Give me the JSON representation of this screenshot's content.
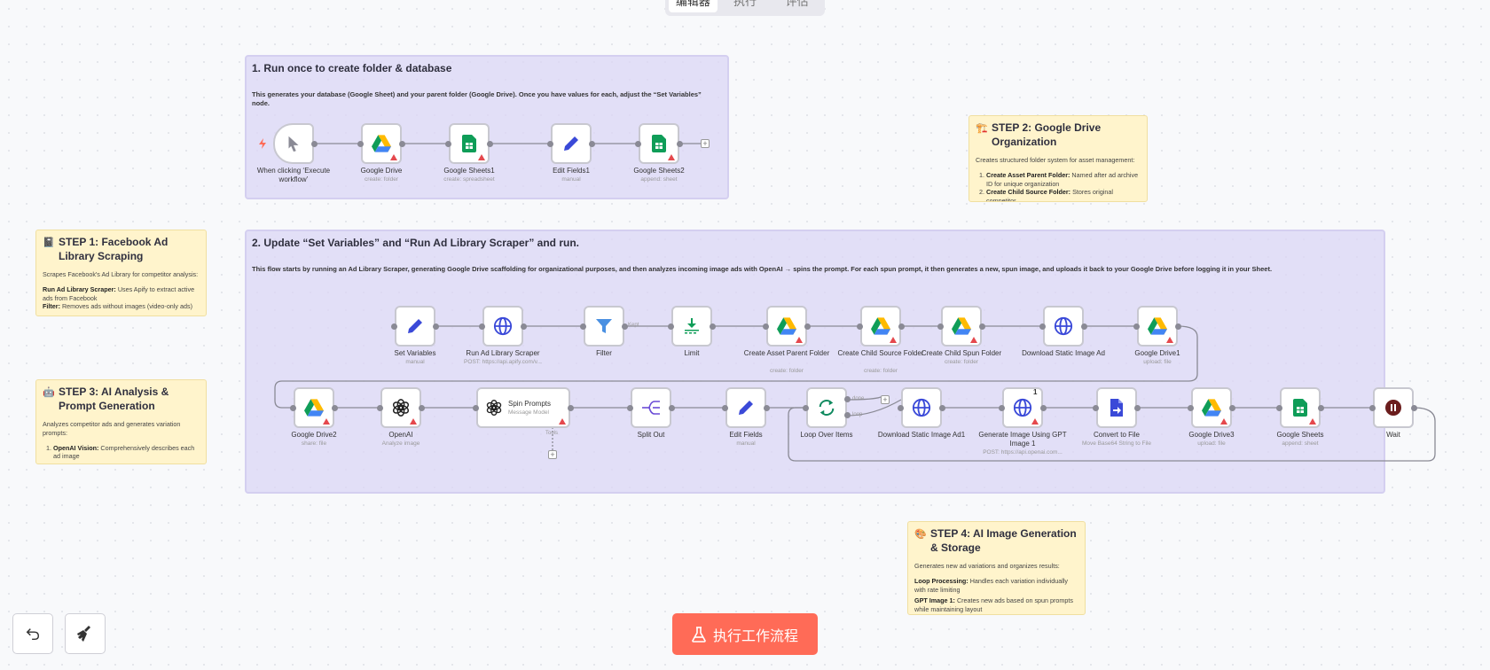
{
  "tabs": [
    "编辑器",
    "执行",
    "评估"
  ],
  "group1": {
    "title": "1. Run once to create folder & database",
    "desc": "This generates your database (Google Sheet) and your parent folder (Google Drive). Once you have values for each, adjust the “Set Variables” node."
  },
  "group2": {
    "title": "2. Update “Set Variables” and “Run Ad Library Scraper” and run.",
    "desc": "This flow starts by running an Ad Library Scraper, generating Google Drive scaffolding for organizational purposes, and then analyzes incoming image ads with OpenAI → spins the prompt. For each spun prompt, it then generates a new, spun image, and uploads it back to your Google Drive before logging it in your Sheet."
  },
  "step1": {
    "emoji": "📓",
    "title": "STEP 1: Facebook Ad Library Scraping",
    "intro": "Scrapes Facebook's Ad Library for competitor analysis:",
    "item1_label": "Run Ad Library Scraper:",
    "item1_text": "Uses Apify to extract active ads from Facebook",
    "item2_label": "Filter:",
    "item2_text": "Removes ads without images (video-only ads)"
  },
  "step2": {
    "emoji": "🏗️",
    "title": "STEP 2: Google Drive Organization",
    "intro": "Creates structured folder system for asset management:",
    "item1_label": "Create Asset Parent Folder:",
    "item1_text": "Named after ad archive ID for unique organization",
    "item2_label": "Create Child Source Folder:",
    "item2_text": "Stores original competitor"
  },
  "step3": {
    "emoji": "🤖",
    "title": "STEP 3: AI Analysis & Prompt Generation",
    "intro": "Analyzes competitor ads and generates variation prompts:",
    "item1_label": "OpenAI Vision:",
    "item1_text": "Comprehensively describes each ad image"
  },
  "step4": {
    "emoji": "🎨",
    "title": "STEP 4: AI Image Generation & Storage",
    "intro": "Generates new ad variations and organizes results:",
    "item1_label": "Loop Processing:",
    "item1_text": "Handles each variation individually with rate limiting",
    "item2_label": "GPT Image 1:",
    "item2_text": "Creates new ads based on spun prompts while maintaining layout"
  },
  "nodes": {
    "trigger": {
      "label": "When clicking ‘Execute workflow’",
      "icon": "cursor-icon"
    },
    "gdrive_a": {
      "label": "Google Drive",
      "sub": "create: folder",
      "icon": "google-drive-icon"
    },
    "gsheets1": {
      "label": "Google Sheets1",
      "sub": "create: spreadsheet",
      "icon": "google-sheets-icon"
    },
    "edit1": {
      "label": "Edit Fields1",
      "sub": "manual",
      "icon": "pencil-icon"
    },
    "gsheets2": {
      "label": "Google Sheets2",
      "sub": "append: sheet",
      "icon": "google-sheets-icon"
    },
    "setvars": {
      "label": "Set Variables",
      "sub": "manual",
      "icon": "pencil-icon"
    },
    "scraper": {
      "label": "Run Ad Library Scraper",
      "sub": "POST: https://api.apify.com/v...",
      "icon": "globe-icon"
    },
    "filter": {
      "label": "Filter",
      "kept": "Kept",
      "icon": "filter-icon"
    },
    "limit": {
      "label": "Limit",
      "icon": "limit-icon"
    },
    "parentfolder": {
      "label": "Create Asset Parent Folder",
      "sub": "create: folder",
      "icon": "google-drive-icon"
    },
    "childsource": {
      "label": "Create Child Source Folder",
      "sub": "create: folder",
      "icon": "google-drive-icon"
    },
    "childspun": {
      "label": "Create Child Spun Folder",
      "sub": "create: folder",
      "icon": "google-drive-icon"
    },
    "download": {
      "label": "Download Static Image Ad",
      "icon": "globe-icon"
    },
    "gdrive1": {
      "label": "Google Drive1",
      "sub": "upload: file",
      "icon": "google-drive-icon"
    },
    "gdrive2": {
      "label": "Google Drive2",
      "sub": "share: file",
      "icon": "google-drive-icon"
    },
    "openai": {
      "label": "OpenAI",
      "sub": "Analyze image",
      "icon": "openai-icon"
    },
    "spin": {
      "label": "Spin Prompts",
      "sub": "Message Model",
      "tools": "Tools",
      "icon": "openai-icon"
    },
    "split": {
      "label": "Split Out",
      "icon": "split-icon"
    },
    "editfields": {
      "label": "Edit Fields",
      "sub": "manual",
      "icon": "pencil-icon"
    },
    "loop": {
      "label": "Loop Over Items",
      "done": "done",
      "loop": "loop",
      "icon": "loop-icon"
    },
    "download1": {
      "label": "Download Static Image Ad1",
      "icon": "globe-icon"
    },
    "genimage": {
      "label": "Generate Image Using GPT Image 1",
      "sub": "POST: https://api.openai.com...",
      "badge": "1",
      "icon": "globe-icon"
    },
    "convert": {
      "label": "Convert to File",
      "sub": "Move Base64 String to File",
      "icon": "file-icon"
    },
    "gdrive3": {
      "label": "Google Drive3",
      "sub": "upload: file",
      "icon": "google-drive-icon"
    },
    "gsheets": {
      "label": "Google Sheets",
      "sub": "append: sheet",
      "icon": "google-sheets-icon"
    },
    "wait": {
      "label": "Wait",
      "icon": "pause-icon"
    }
  },
  "toolbar": {
    "run_label": "执行工作流程",
    "undo_icon": "undo-icon",
    "clear_icon": "broom-icon"
  },
  "colors": {
    "accent": "#ff6b57",
    "group_bg": "#dbd6f5",
    "sticky_bg": "#fff4cc",
    "warning": "#e5484d"
  }
}
